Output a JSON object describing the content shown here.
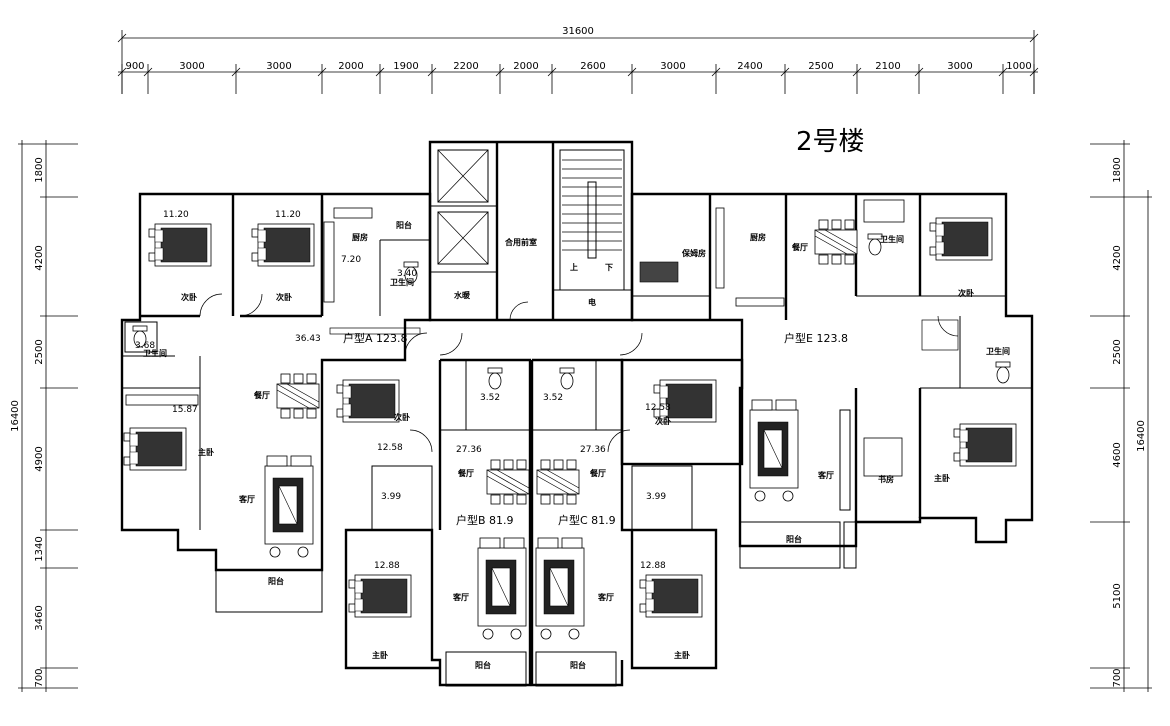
{
  "building_title": "2号楼",
  "dimensions": {
    "overall_top": "31600",
    "top": [
      "900",
      "3000",
      "3000",
      "2000",
      "1900",
      "2200",
      "2000",
      "2600",
      "3000",
      "2400",
      "2500",
      "2100",
      "3000",
      "1000"
    ],
    "left": [
      "1800",
      "4200",
      "2500",
      "4900",
      "1340",
      "3460",
      "700"
    ],
    "left_total": "16400",
    "right": [
      "1800",
      "4200",
      "2500",
      "4600",
      "5100",
      "700"
    ],
    "right_total": "16400"
  },
  "units": {
    "A": "户型A 123.8",
    "E": "户型E 123.8",
    "B": "户型B 81.9",
    "C": "户型C 81.9"
  },
  "rooms": {
    "ciwo": "次卧",
    "zhuwo": "主卧",
    "chufang": "厨房",
    "weishengjian": "卫生间",
    "canting": "餐厅",
    "keting": "客厅",
    "yangtai": "阳台",
    "shuinuan": "水暖",
    "hecheng": "合用前室",
    "dian": "电",
    "baomufang": "保姆房",
    "shufang": "书房",
    "shang": "上",
    "xia": "下"
  },
  "areas": {
    "a1": "11.20",
    "a2": "11.20",
    "a3": "7.20",
    "a4": "3.40",
    "a5": "3.68",
    "a6": "36.43",
    "a7": "15.87",
    "a8": "12.58",
    "a9": "3.52",
    "a10": "3.52",
    "a11": "12.58",
    "a12": "27.36",
    "a13": "27.36",
    "a14": "3.99",
    "a15": "3.99",
    "a16": "12.88",
    "a17": "12.88"
  }
}
